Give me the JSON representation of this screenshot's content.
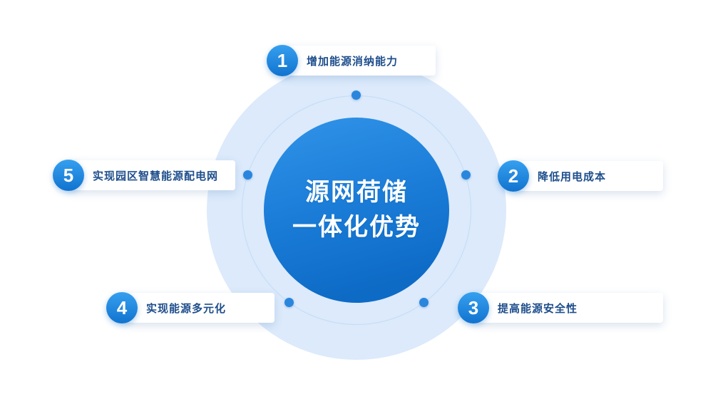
{
  "center": {
    "title_line1": "源网荷储",
    "title_line2": "一体化优势"
  },
  "items": [
    {
      "number": "1",
      "label": "增加能源消纳能力"
    },
    {
      "number": "2",
      "label": "降低用电成本"
    },
    {
      "number": "3",
      "label": "提高能源安全性"
    },
    {
      "number": "4",
      "label": "实现能源多元化"
    },
    {
      "number": "5",
      "label": "实现园区智慧能源配电网"
    }
  ],
  "colors": {
    "accent_blue": "#1173cf",
    "light_disc": "#dceafb",
    "dot_blue": "#2a86dd",
    "card_text": "#1e4e8c",
    "center_gradient_top": "#3194e8",
    "center_gradient_bottom": "#0d6bc6"
  }
}
